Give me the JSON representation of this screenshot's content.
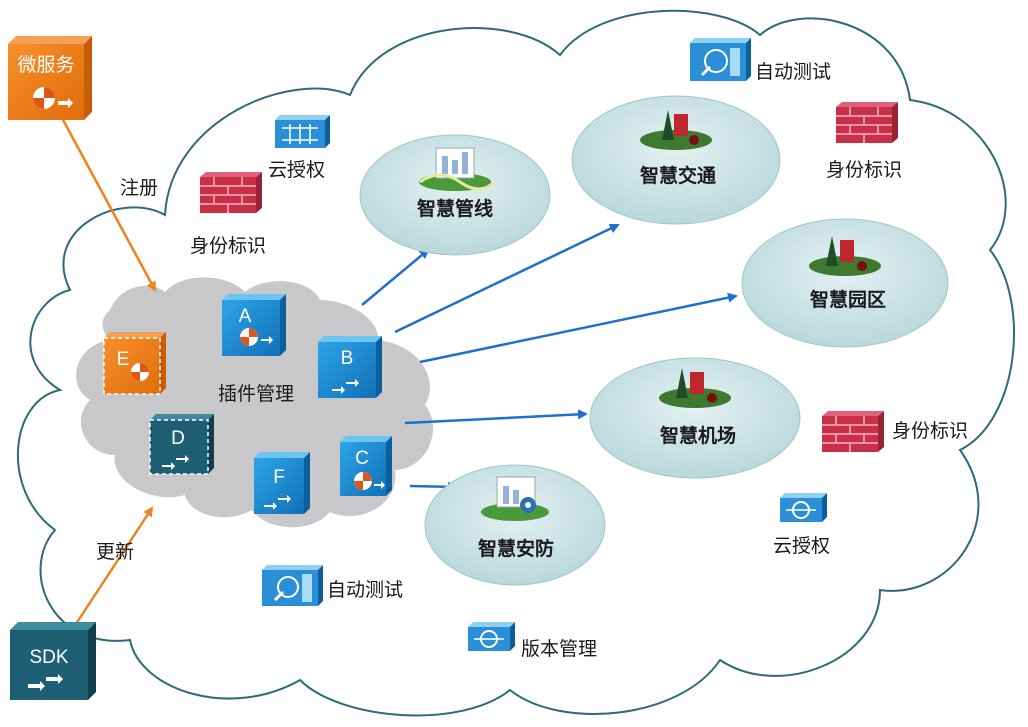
{
  "external": {
    "microservice": "微服务",
    "sdk": "SDK",
    "register": "注册",
    "update": "更新"
  },
  "plugin_cloud": {
    "label": "插件管理",
    "plugins": [
      "A",
      "B",
      "C",
      "D",
      "E",
      "F"
    ]
  },
  "apps": {
    "pipeline": "智慧管线",
    "traffic": "智慧交通",
    "park": "智慧园区",
    "airport": "智慧机场",
    "security": "智慧安防"
  },
  "services": {
    "auto_test_top": "自动测试",
    "auto_test_bottom": "自动测试",
    "identity_top_left": "身份标识",
    "identity_top_right": "身份标识",
    "identity_right": "身份标识",
    "cloud_auth_left": "云授权",
    "cloud_auth_right": "云授权",
    "version_mgmt": "版本管理"
  },
  "colors": {
    "orange": "#f07d1a",
    "blue": "#1a8fd6",
    "teal": "#1f6177",
    "ellipse": "#c9e2e4",
    "arrow_blue": "#1f6fd0",
    "arrow_orange": "#f0821e",
    "firewall": "#c8304a",
    "cloud_gray": "#c7c7c9"
  }
}
